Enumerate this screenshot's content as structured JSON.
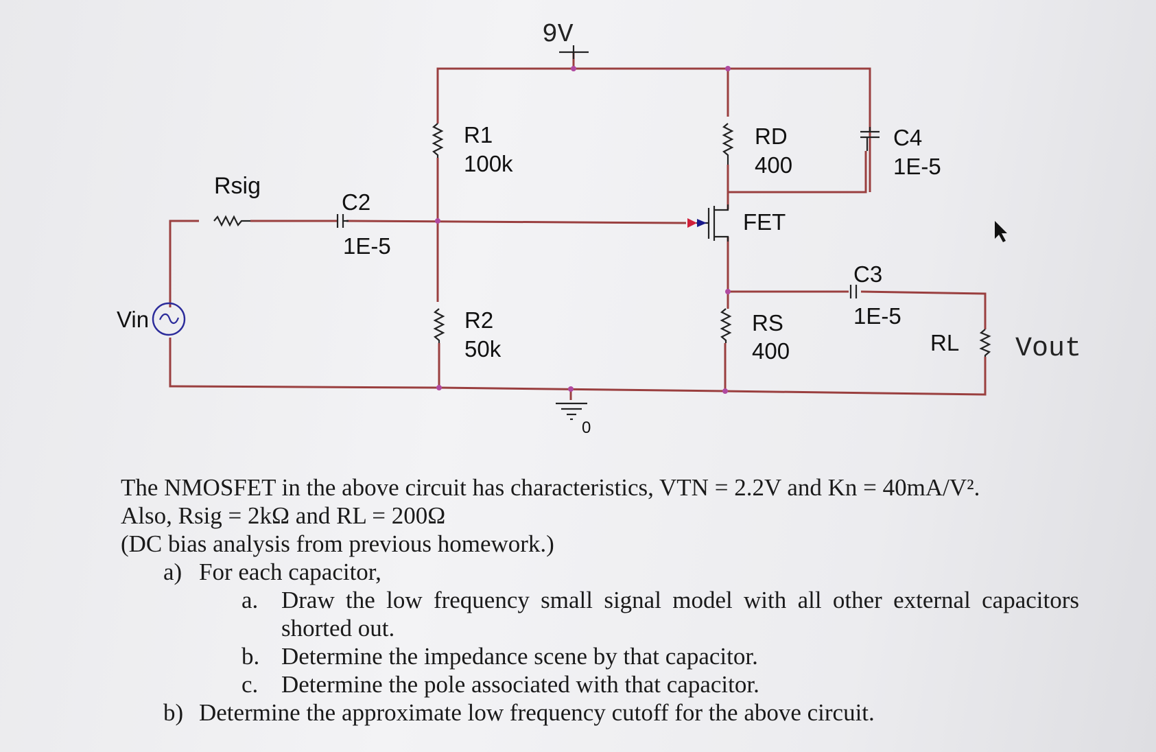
{
  "schematic": {
    "supply": "9V",
    "ground": "0",
    "components": {
      "rsig": {
        "name": "Rsig"
      },
      "c2": {
        "name": "C2",
        "value": "1E-5"
      },
      "r1": {
        "name": "R1",
        "value": "100k"
      },
      "r2": {
        "name": "R2",
        "value": "50k"
      },
      "rd": {
        "name": "RD",
        "value": "400"
      },
      "c4": {
        "name": "C4",
        "value": "1E-5"
      },
      "fet": {
        "name": "FET"
      },
      "c3": {
        "name": "C3",
        "value": "1E-5"
      },
      "rs": {
        "name": "RS",
        "value": "400"
      },
      "rl": {
        "name": "RL"
      },
      "vin": {
        "name": "Vin"
      }
    },
    "output_label": "Vout",
    "colors": {
      "wire": "#9a3f3f",
      "node": "#b04aa0",
      "part": "#222222",
      "fet_gate": "#d0203a"
    }
  },
  "problem": {
    "line1": "The NMOSFET in the above circuit has characteristics, VTN = 2.2V and Kn = 40mA/V².",
    "line2": "Also, Rsig = 2kΩ and RL = 200Ω",
    "line3": "(DC bias analysis from previous homework.)",
    "a_marker": "a)",
    "a_text": "For each capacitor,",
    "sub": [
      {
        "marker": "a.",
        "text": "Draw the low frequency small signal model with all other external capacitors shorted out."
      },
      {
        "marker": "b.",
        "text": "Determine the impedance scene by that capacitor."
      },
      {
        "marker": "c.",
        "text": "Determine the pole associated with that capacitor."
      }
    ],
    "b_marker": "b)",
    "b_text": "Determine the approximate low frequency cutoff for the above circuit."
  }
}
